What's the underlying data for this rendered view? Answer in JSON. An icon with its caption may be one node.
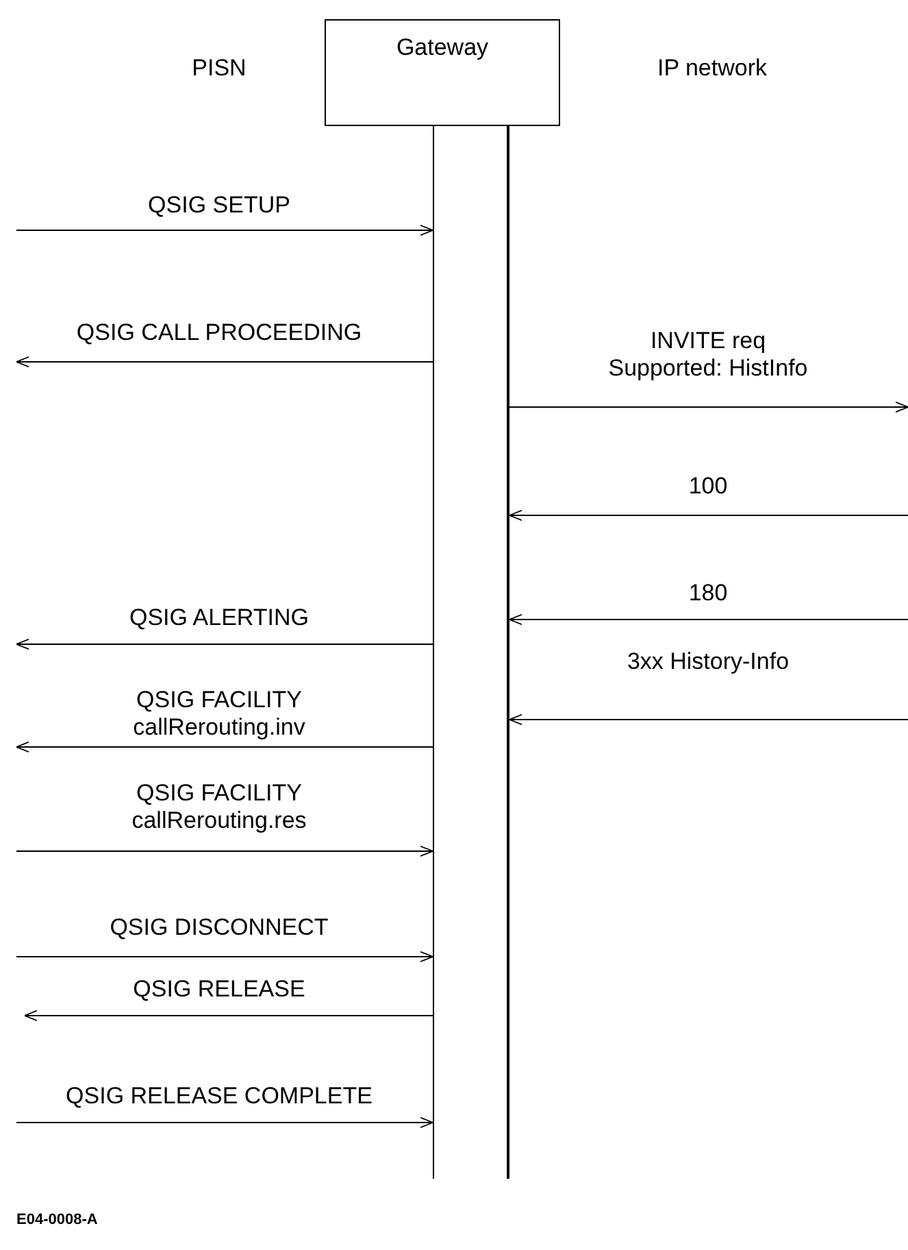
{
  "diagram": {
    "nodes": [
      {
        "text": [
          "Gateway"
        ]
      },
      {
        "text": [],
        "shape": "line"
      },
      {
        "text": [],
        "shape": "line"
      }
    ],
    "edges": [
      {
        "from": null,
        "to": 1,
        "arrow": "to",
        "label": "QSIG SETUP"
      },
      {
        "from": 1,
        "to": null,
        "arrow": "to",
        "label": "QSIG CALL PROCEEDING"
      },
      {
        "from": 2,
        "to": null,
        "arrow": "to",
        "label": "INVITE req Supported: HistInfo"
      },
      {
        "from": null,
        "to": 2,
        "arrow": "to",
        "label": "100"
      },
      {
        "from": null,
        "to": 2,
        "arrow": "to",
        "label": "180"
      },
      {
        "from": 1,
        "to": null,
        "arrow": "to",
        "label": "QSIG ALERTING"
      },
      {
        "from": null,
        "to": 2,
        "arrow": "to",
        "label": "3xx History-Info"
      },
      {
        "from": 1,
        "to": null,
        "arrow": "to",
        "label": "QSIG FACILITY callRerouting.inv"
      },
      {
        "from": null,
        "to": 1,
        "arrow": "to",
        "label": "QSIG FACILITY callRerouting.res"
      },
      {
        "from": null,
        "to": 1,
        "arrow": "to",
        "label": "QSIG DISCONNECT"
      },
      {
        "from": 1,
        "to": null,
        "arrow": "to",
        "label": "QSIG RELEASE"
      },
      {
        "from": null,
        "to": 1,
        "arrow": "to",
        "label": "QSIG RELEASE COMPLETE"
      }
    ],
    "labels": [
      "PISN",
      "IP network",
      "E04-0008-A"
    ]
  }
}
